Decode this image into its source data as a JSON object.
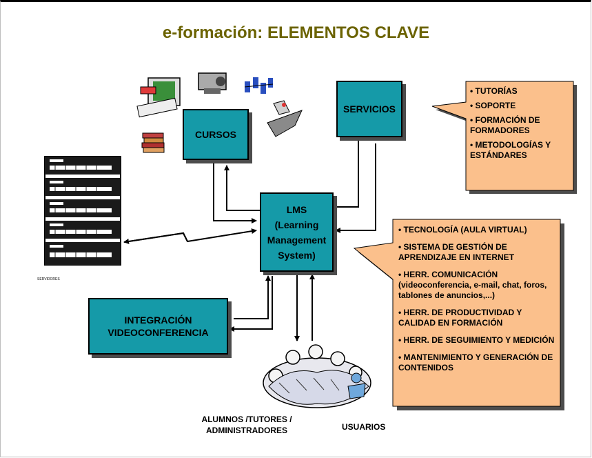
{
  "title": "e-formación: ELEMENTOS CLAVE",
  "boxes": {
    "cursos": "CURSOS",
    "servicios": "SERVICIOS",
    "lms_line1": "LMS",
    "lms_line2": "(Learning",
    "lms_line3": "Management",
    "lms_line4": "System)",
    "integracion_line1": "INTEGRACIÓN",
    "integracion_line2": "VIDEOCONFERENCIA"
  },
  "servicios_callout": {
    "items": [
      "• TUTORÍAS",
      "• SOPORTE",
      "• FORMACIÓN DE FORMADORES",
      "• METODOLOGÍAS Y ESTÁNDARES"
    ]
  },
  "lms_callout": {
    "items": [
      "• TECNOLOGÍA (AULA VIRTUAL)",
      "• SISTEMA DE GESTIÓN DE APRENDIZAJE EN INTERNET",
      "• HERR. COMUNICACIÓN (videoconferencia, e-mail, chat, foros, tablones de anuncios,...)",
      "• HERR. DE PRODUCTIVIDAD Y CALIDAD EN FORMACIÓN",
      "• HERR. DE SEGUIMIENTO Y MEDICIÓN",
      "• MANTENIMIENTO Y GENERACIÓN DE CONTENIDOS"
    ]
  },
  "labels": {
    "servidores": "SERVIDORES",
    "alumnos_line1": "ALUMNOS /TUTORES /",
    "alumnos_line2": "ADMINISTRADORES",
    "usuarios": "USUARIOS"
  },
  "colors": {
    "title": "#6b6300",
    "teal_box": "#159aa8",
    "callout_fill": "#fbc08c",
    "shadow": "#4c4c4c"
  },
  "icons": [
    "server-rack-icon",
    "course-clipart-icon",
    "users-group-icon"
  ]
}
